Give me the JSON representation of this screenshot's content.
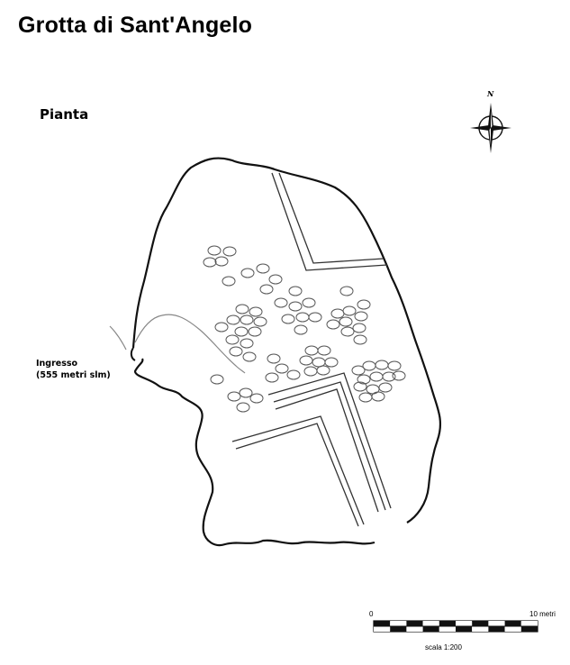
{
  "title": "Grotta di Sant'Angelo",
  "subtitle": "Pianta",
  "compass": {
    "north_label": "N",
    "icon": "compass-rose-icon"
  },
  "entrance": {
    "line1": "Ingresso",
    "line2": "(555 metri slm)"
  },
  "scale": {
    "start_label": "0",
    "end_label": "10 metri",
    "ratio_label": "scala 1:200",
    "segments": 10
  },
  "colors": {
    "outline": "#111111",
    "pillars": "#555555",
    "wall_lines": "#333333",
    "channel": "#888888"
  }
}
